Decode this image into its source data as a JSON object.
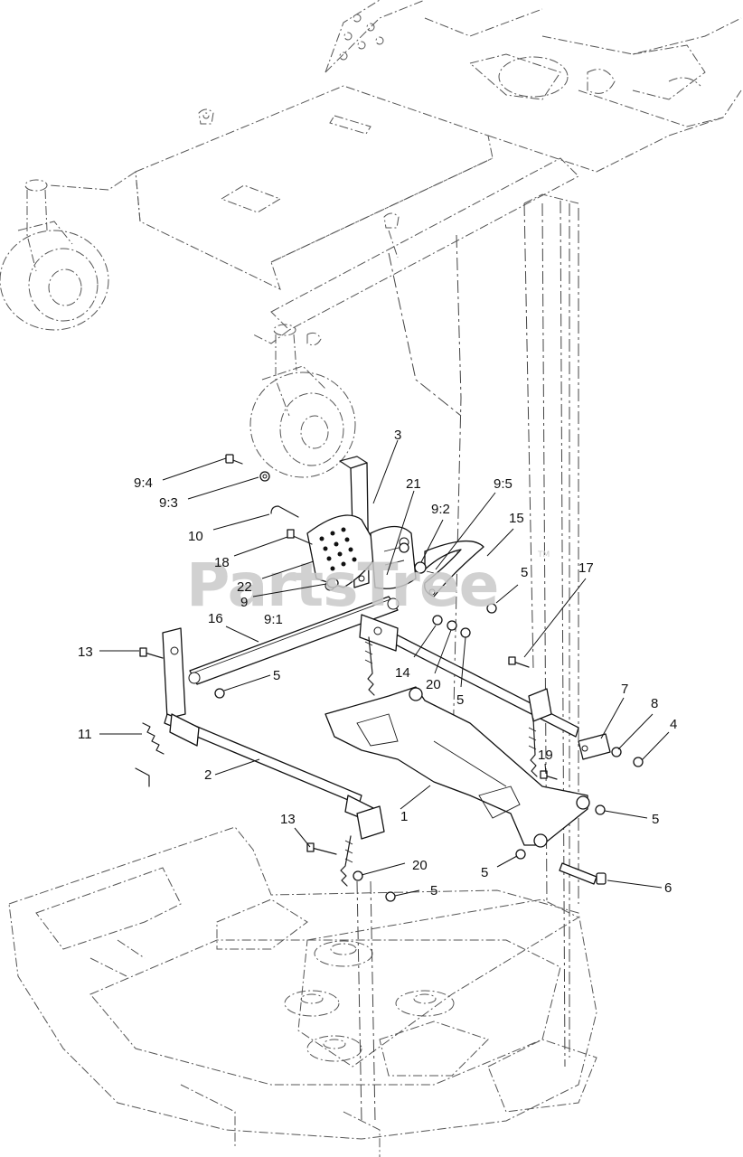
{
  "watermark": {
    "text": "PartsTree",
    "trademark": "TM"
  },
  "callouts": [
    {
      "id": "c3",
      "label": "3"
    },
    {
      "id": "c21",
      "label": "21"
    },
    {
      "id": "c9-5",
      "label": "9:5"
    },
    {
      "id": "c9-4",
      "label": "9:4"
    },
    {
      "id": "c9-3",
      "label": "9:3"
    },
    {
      "id": "c9-2",
      "label": "9:2"
    },
    {
      "id": "c15",
      "label": "15"
    },
    {
      "id": "c10",
      "label": "10"
    },
    {
      "id": "c18",
      "label": "18"
    },
    {
      "id": "c5a",
      "label": "5"
    },
    {
      "id": "c17",
      "label": "17"
    },
    {
      "id": "c22",
      "label": "22"
    },
    {
      "id": "c9",
      "label": "9"
    },
    {
      "id": "c9-1",
      "label": "9:1"
    },
    {
      "id": "c16",
      "label": "16"
    },
    {
      "id": "c13a",
      "label": "13"
    },
    {
      "id": "c5b",
      "label": "5"
    },
    {
      "id": "c14",
      "label": "14"
    },
    {
      "id": "c20a",
      "label": "20"
    },
    {
      "id": "c5c",
      "label": "5"
    },
    {
      "id": "c7",
      "label": "7"
    },
    {
      "id": "c8",
      "label": "8"
    },
    {
      "id": "c4",
      "label": "4"
    },
    {
      "id": "c11",
      "label": "11"
    },
    {
      "id": "c19",
      "label": "19"
    },
    {
      "id": "c2",
      "label": "2"
    },
    {
      "id": "c1",
      "label": "1"
    },
    {
      "id": "c5d",
      "label": "5"
    },
    {
      "id": "c13b",
      "label": "13"
    },
    {
      "id": "c20b",
      "label": "20"
    },
    {
      "id": "c5e",
      "label": "5"
    },
    {
      "id": "c6",
      "label": "6"
    },
    {
      "id": "c5f",
      "label": "5"
    }
  ]
}
